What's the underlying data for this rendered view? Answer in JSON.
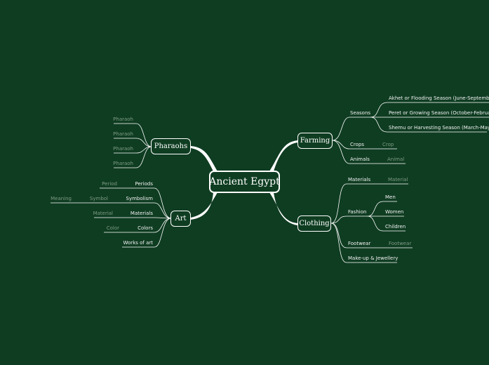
{
  "central": "Ancient Egypt",
  "branches": {
    "farming": {
      "label": "Farming",
      "seasons": {
        "label": "Seasons",
        "items": [
          "Akhet or Flooding Season (June-September)",
          "Peret or Growing Season (October-February)",
          "Shemu or Harvesting Season (March-May)"
        ]
      },
      "crops": {
        "label": "Crops",
        "placeholder": "Crop"
      },
      "animals": {
        "label": "Animals",
        "placeholder": "Animal"
      }
    },
    "clothing": {
      "label": "Clothing",
      "materials": {
        "label": "Materials",
        "placeholder": "Material"
      },
      "fashion": {
        "label": "Fashion",
        "items": [
          "Men",
          "Women",
          "Children"
        ]
      },
      "footwear": {
        "label": "Footwear",
        "placeholder": "Footwear"
      },
      "makeup": {
        "label": "Make-up & Jewellery"
      }
    },
    "pharaohs": {
      "label": "Pharaohs",
      "items": [
        "Pharaoh",
        "Pharaoh",
        "Pharaoh",
        "Pharaoh"
      ]
    },
    "art": {
      "label": "Art",
      "periods": {
        "label": "Periods",
        "placeholder": "Period"
      },
      "symbolism": {
        "label": "Symbolism",
        "placeholder": "Symbol",
        "sub": "Meaning"
      },
      "materials": {
        "label": "Materials",
        "placeholder": "Material"
      },
      "colors": {
        "label": "Colors",
        "placeholder": "Color"
      },
      "works": {
        "label": "Works of art"
      }
    }
  },
  "colors": {
    "background": "#0f3d22",
    "line": "#ffffff",
    "dim_text": "#7d9b85"
  }
}
